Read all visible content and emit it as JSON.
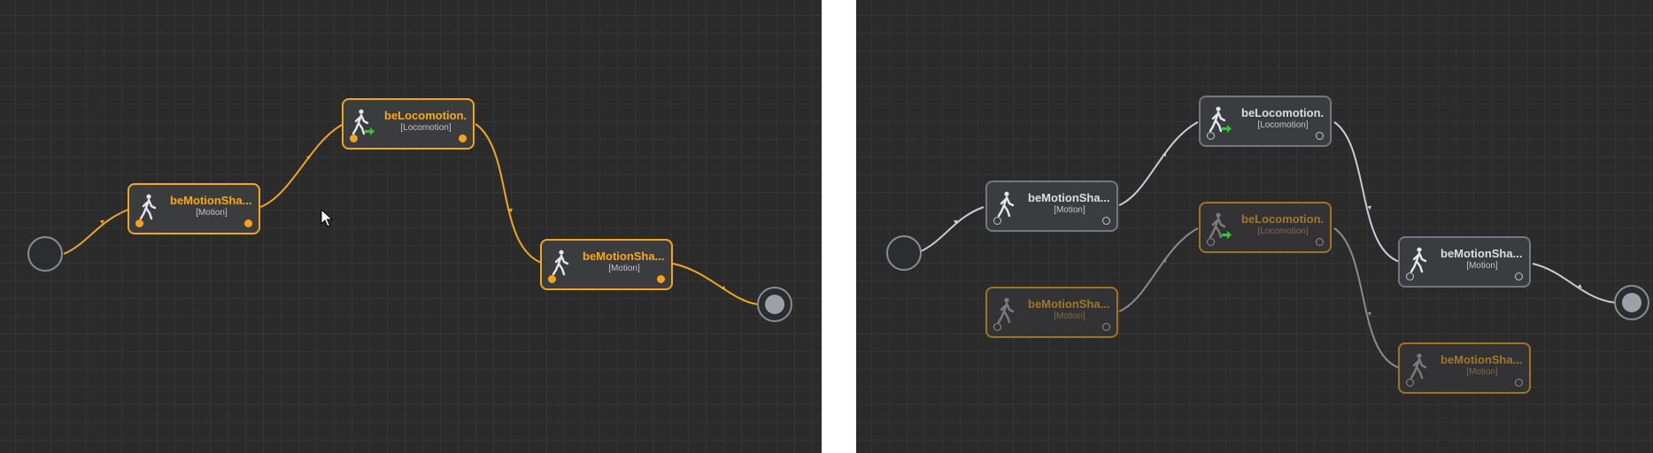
{
  "colors": {
    "selected": "#f0a71c",
    "wire_default": "#c9cdd3",
    "wire_muted": "#8b8b8b",
    "node_border": "#737780",
    "ghost_border": "#a0741e"
  },
  "left_graph": {
    "motion_node_1": {
      "title": "beMotionSha...",
      "subtitle": "[Motion]",
      "icon": "walking-figure-icon",
      "state": "selected"
    },
    "locomotion_node": {
      "title": "beLocomotion...",
      "subtitle": "[Locomotion]",
      "icon": "walking-figure-locomotion-icon",
      "state": "selected"
    },
    "motion_node_2": {
      "title": "beMotionSha...",
      "subtitle": "[Motion]",
      "icon": "walking-figure-icon",
      "state": "selected"
    }
  },
  "right_graph": {
    "motion_node_1": {
      "title": "beMotionSha...",
      "subtitle": "[Motion]",
      "icon": "walking-figure-icon",
      "state": "normal"
    },
    "locomotion_node": {
      "title": "beLocomotion...",
      "subtitle": "[Locomotion]",
      "icon": "walking-figure-locomotion-icon",
      "state": "normal"
    },
    "motion_node_2": {
      "title": "beMotionSha...",
      "subtitle": "[Motion]",
      "icon": "walking-figure-icon",
      "state": "normal"
    },
    "ghost_motion_node_1": {
      "title": "beMotionSha...",
      "subtitle": "[Motion]",
      "icon": "walking-figure-icon",
      "state": "ghost"
    },
    "ghost_locomotion_node": {
      "title": "beLocomotion...",
      "subtitle": "[Locomotion]",
      "icon": "walking-figure-locomotion-icon",
      "state": "ghost"
    },
    "ghost_motion_node_2": {
      "title": "beMotionSha...",
      "subtitle": "[Motion]",
      "icon": "walking-figure-icon",
      "state": "ghost"
    }
  }
}
